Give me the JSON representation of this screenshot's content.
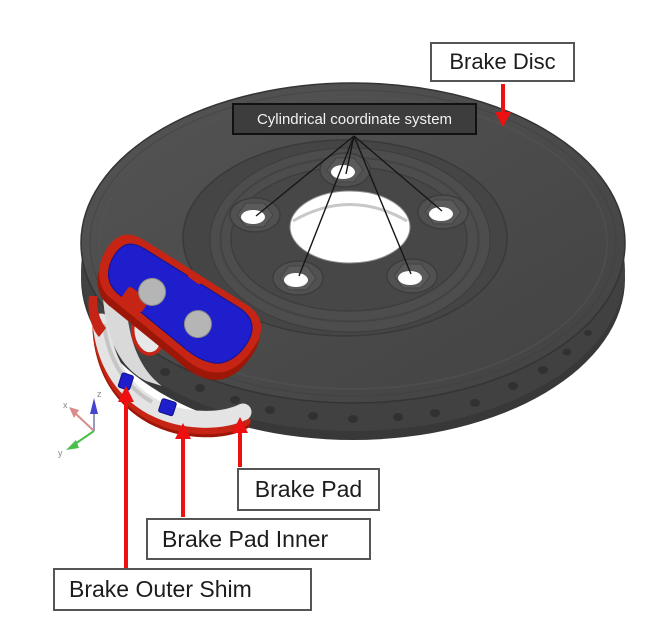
{
  "annotations": {
    "brake_disc": {
      "label": "Brake Disc"
    },
    "coordinate_system": {
      "label": "Cylindrical coordinate system"
    },
    "brake_pad": {
      "label": "Brake Pad"
    },
    "brake_pad_inner": {
      "label": "Brake Pad Inner"
    },
    "brake_outer_shim": {
      "label": "Brake Outer Shim"
    }
  },
  "axis_triad": {
    "x_label": "x",
    "y_label": "y",
    "z_label": "z"
  },
  "colors": {
    "disc_gray": "#4a4a4a",
    "disc_dark": "#383838",
    "pad_red": "#c62414",
    "pad_red_dark": "#9c1708",
    "pad_blue": "#1e1ecc",
    "pad_white": "#e4e4e4",
    "arrow_red": "#ee1010",
    "label_border": "#555555",
    "label_text": "#1c1c1c",
    "coord_box_bg": "#3d3d3d",
    "coord_box_border": "#111111",
    "coord_box_text": "#f2f2f2",
    "axis_x": "#d98c8c",
    "axis_y": "#4bbf4b",
    "axis_z": "#4444cc",
    "fan_line": "#161616"
  }
}
